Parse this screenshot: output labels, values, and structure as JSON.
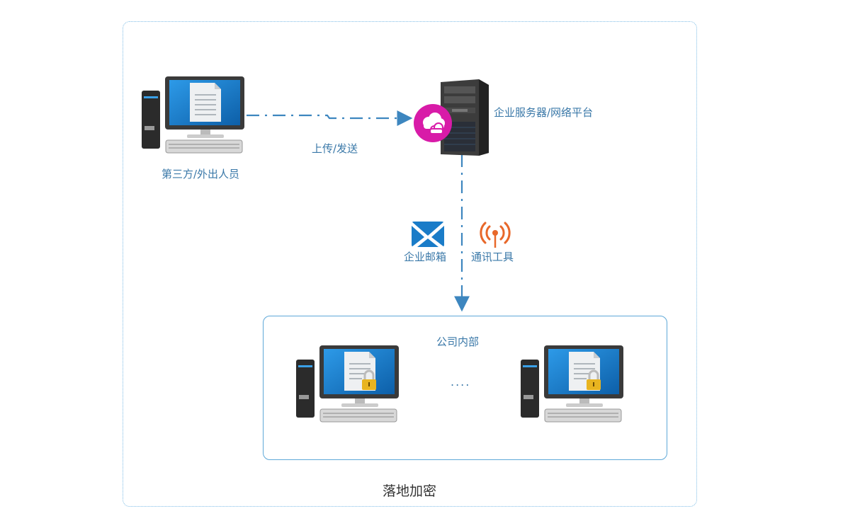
{
  "diagram": {
    "title": "落地加密",
    "nodes": {
      "external_user": {
        "label": "第三方/外出人员",
        "icon": "desktop-computer-document-icon"
      },
      "server": {
        "label": "企业服务器/网络平台",
        "icon": "server-tower-icon",
        "badge_icon": "cloud-icon",
        "badge_color": "#d81ba8"
      },
      "company_internal": {
        "label": "公司内部",
        "ellipsis": "....",
        "computers_icon": "desktop-computer-locked-document-icon"
      }
    },
    "edges": {
      "upload": {
        "label": "上传/发送",
        "from": "external_user",
        "to": "server",
        "style": "dash-dot"
      },
      "distribute": {
        "from": "server",
        "to": "company_internal",
        "style": "dash-dot"
      }
    },
    "channels": [
      {
        "label": "企业邮箱",
        "icon": "enterprise-mail-icon",
        "color": "#1a7cc8"
      },
      {
        "label": "通讯工具",
        "icon": "radio-antenna-icon",
        "color": "#e8682a"
      }
    ],
    "colors": {
      "line": "#3d86bf",
      "text": "#3a78a8",
      "border_dotted": "#7fbde6",
      "border_solid": "#5ea8d8"
    }
  }
}
